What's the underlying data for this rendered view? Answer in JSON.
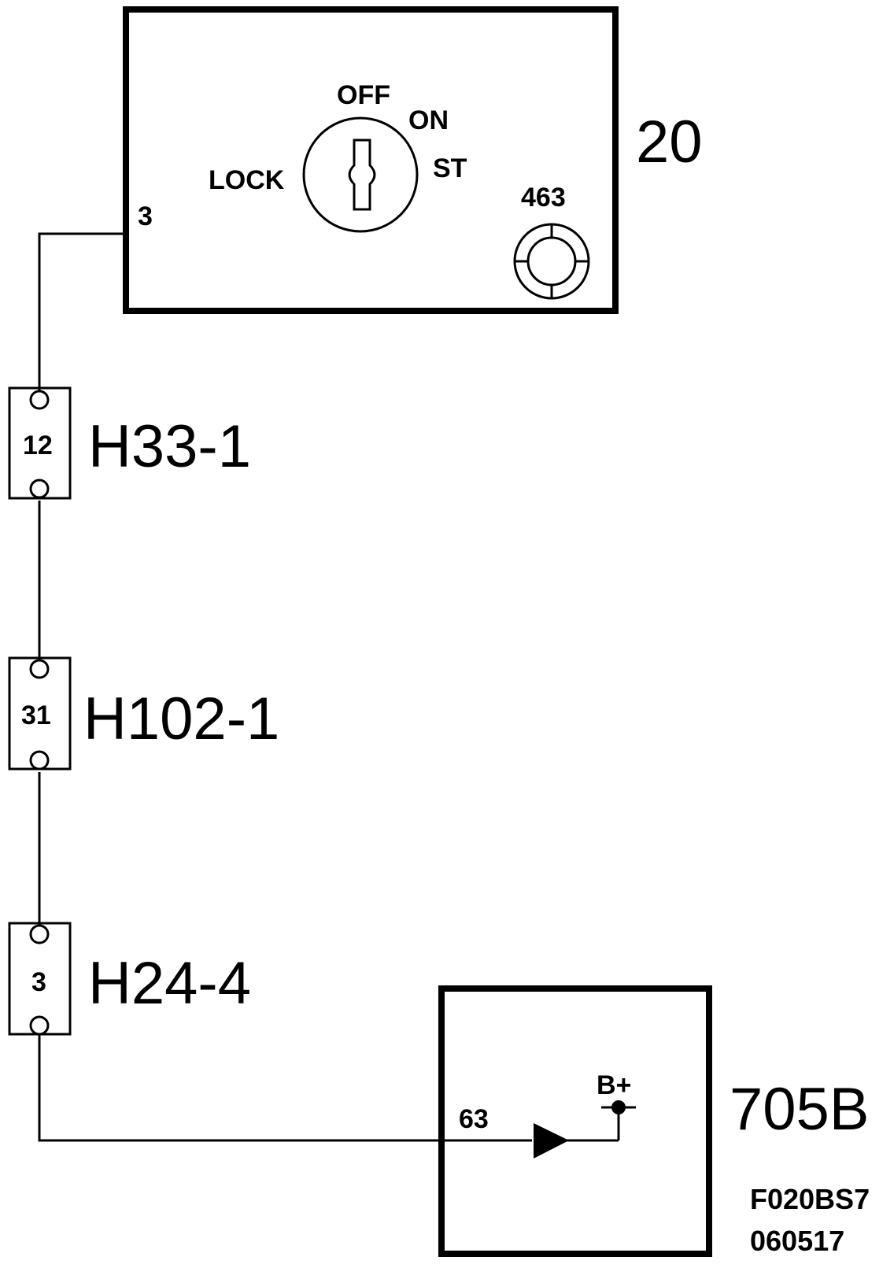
{
  "ignition_switch": {
    "ref": "20",
    "pin": "3",
    "positions": {
      "off": "OFF",
      "on": "ON",
      "start": "ST",
      "lock": "LOCK"
    },
    "lamp_ref": "463"
  },
  "connectors": [
    {
      "pin": "12",
      "ref": "H33-1"
    },
    {
      "pin": "31",
      "ref": "H102-1"
    },
    {
      "pin": "3",
      "ref": "H24-4"
    }
  ],
  "control_module": {
    "ref": "705B",
    "input_pin": "63",
    "supply": "B+"
  },
  "figure_code": {
    "line1": "F020BS7",
    "line2": "060517"
  },
  "colors": {
    "line": "#000000",
    "background": "#ffffff"
  }
}
